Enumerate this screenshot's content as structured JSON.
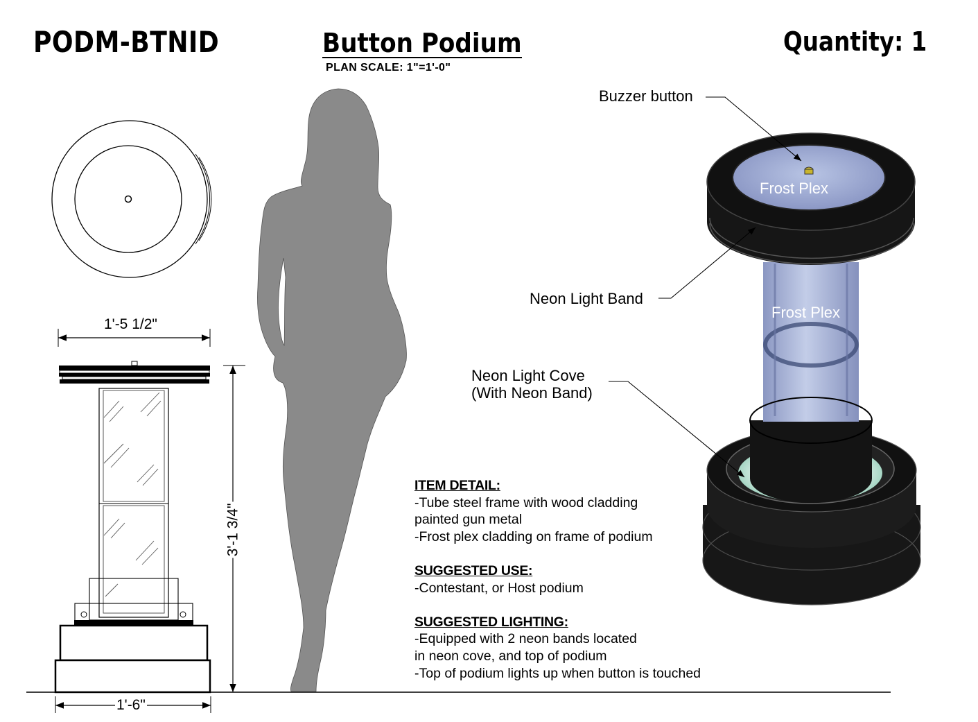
{
  "sheet": {
    "code": "PODM-BTNID",
    "title": "Button Podium",
    "scale_note": "PLAN  SCALE: 1\"=1'-0\"",
    "quantity": "Quantity: 1"
  },
  "dimensions": {
    "top_width": "1'-5 1/2\"",
    "base_width": "1'-6\"",
    "height": "3'-1 3/4\""
  },
  "callouts": {
    "buzzer_button": "Buzzer button",
    "neon_light_band": "Neon Light Band",
    "neon_light_cove_line1": "Neon Light Cove",
    "neon_light_cove_line2": "(With Neon Band)",
    "frost_plex_top": "Frost Plex",
    "frost_plex_tube": "Frost Plex"
  },
  "notes": {
    "item_detail_heading": "ITEM DETAIL:",
    "item_detail_1": "-Tube steel frame with wood cladding",
    "item_detail_2": "painted gun metal",
    "item_detail_3": "-Frost plex cladding on frame of podium",
    "use_heading": "SUGGESTED USE:",
    "use_1": "-Contestant, or Host podium",
    "lighting_heading": "SUGGESTED LIGHTING:",
    "lighting_1": "-Equipped with 2 neon bands located",
    "lighting_2": "in neon cove, and top of podium",
    "lighting_3": "-Top of podium lights up when button is touched"
  },
  "colors": {
    "silhouette": "#8a8a8a",
    "podium_black": "#141414",
    "frost_plex": "#aab6d8",
    "neon_glow": "#e8fff4"
  }
}
